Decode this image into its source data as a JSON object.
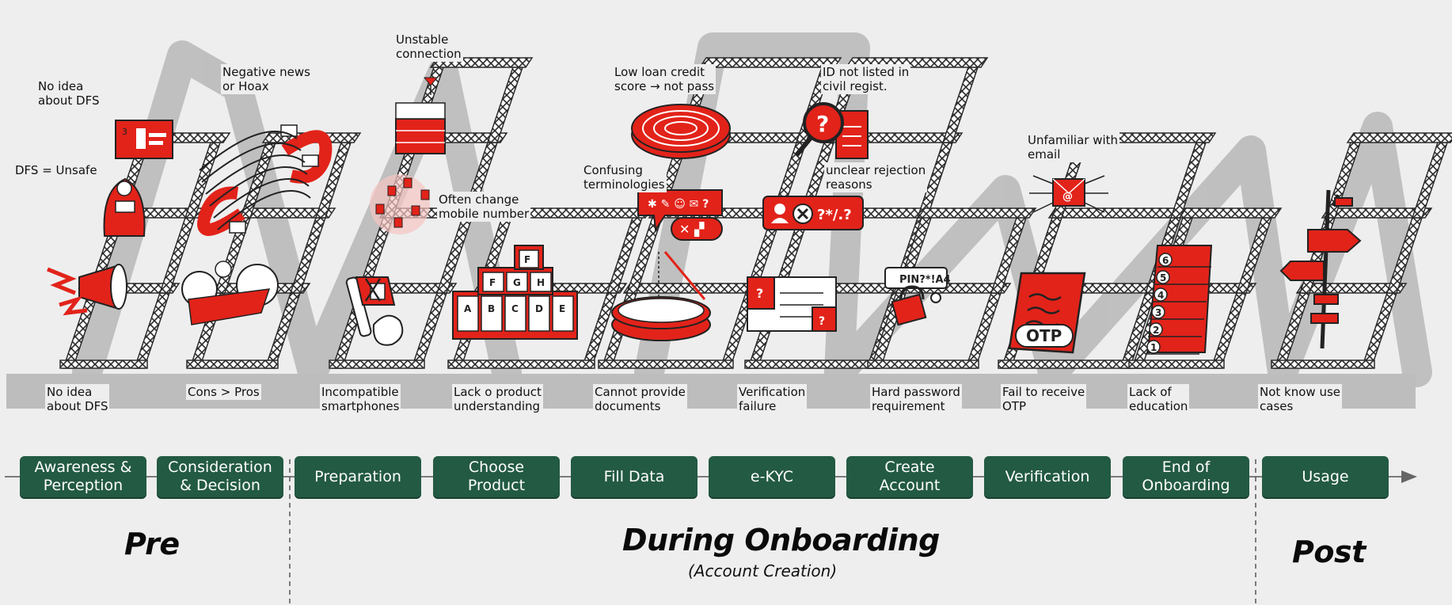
{
  "colors": {
    "accent": "#e2231a",
    "stage_fill": "#235a43",
    "scaffold": "#2a2a2a",
    "shadow": "#bdbdbd",
    "background": "#eeeeee"
  },
  "pain_points_top": [
    "No idea\nabout DFS",
    "DFS = Unsafe",
    "Negative news\nor Hoax",
    "Unstable\nconnection",
    "Often change\nmobile number",
    "Low loan credit\nscore → not pass",
    "Confusing\nterminologies",
    "ID not listed in\ncivil regist.",
    "unclear rejection\nreasons",
    "Unfamiliar with\nemail"
  ],
  "pain_points_bottom": [
    "No idea\nabout DFS",
    "Cons > Pros",
    "Incompatible\nsmartphones",
    "Lack o product\nunderstanding",
    "Cannot provide\ndocuments",
    "Verification\nfailure",
    "Hard password\nrequirement",
    "Fail to receive\nOTP",
    "Lack of\neducation",
    "Not know use\ncases"
  ],
  "stages": [
    "Awareness &\nPerception",
    "Consideration\n& Decision",
    "Preparation",
    "Choose\nProduct",
    "Fill Data",
    "e-KYC",
    "Create\nAccount",
    "Verification",
    "End of\nOnboarding",
    "Usage"
  ],
  "phases": {
    "pre": "Pre",
    "during": "During Onboarding",
    "during_sub": "(Account Creation)",
    "post": "Post"
  },
  "icon_text": {
    "otp": "OTP",
    "password": "PIN?*!A4",
    "rejection": "?*/.?",
    "blocks": [
      "A",
      "B",
      "C",
      "D",
      "E",
      "F",
      "G",
      "H",
      "F"
    ],
    "steps": [
      "6",
      "5",
      "4",
      "3",
      "2",
      "1"
    ]
  },
  "icons": [
    "megaphone-icon",
    "mobile-billboard-icon",
    "hooded-figure-icon",
    "magnet-icon",
    "coil-icon",
    "speckled-ball-icon",
    "antenna-icon",
    "sim-cards-icon",
    "broken-phone-icon",
    "blocks-pyramid-icon",
    "maze-icon",
    "speech-bubble-icon",
    "document-pile-icon",
    "magnifier-question-icon",
    "rejection-card-icon",
    "id-card-icon",
    "padlock-icon",
    "email-bug-icon",
    "otp-paper-icon",
    "stairs-icon",
    "signpost-icon"
  ]
}
